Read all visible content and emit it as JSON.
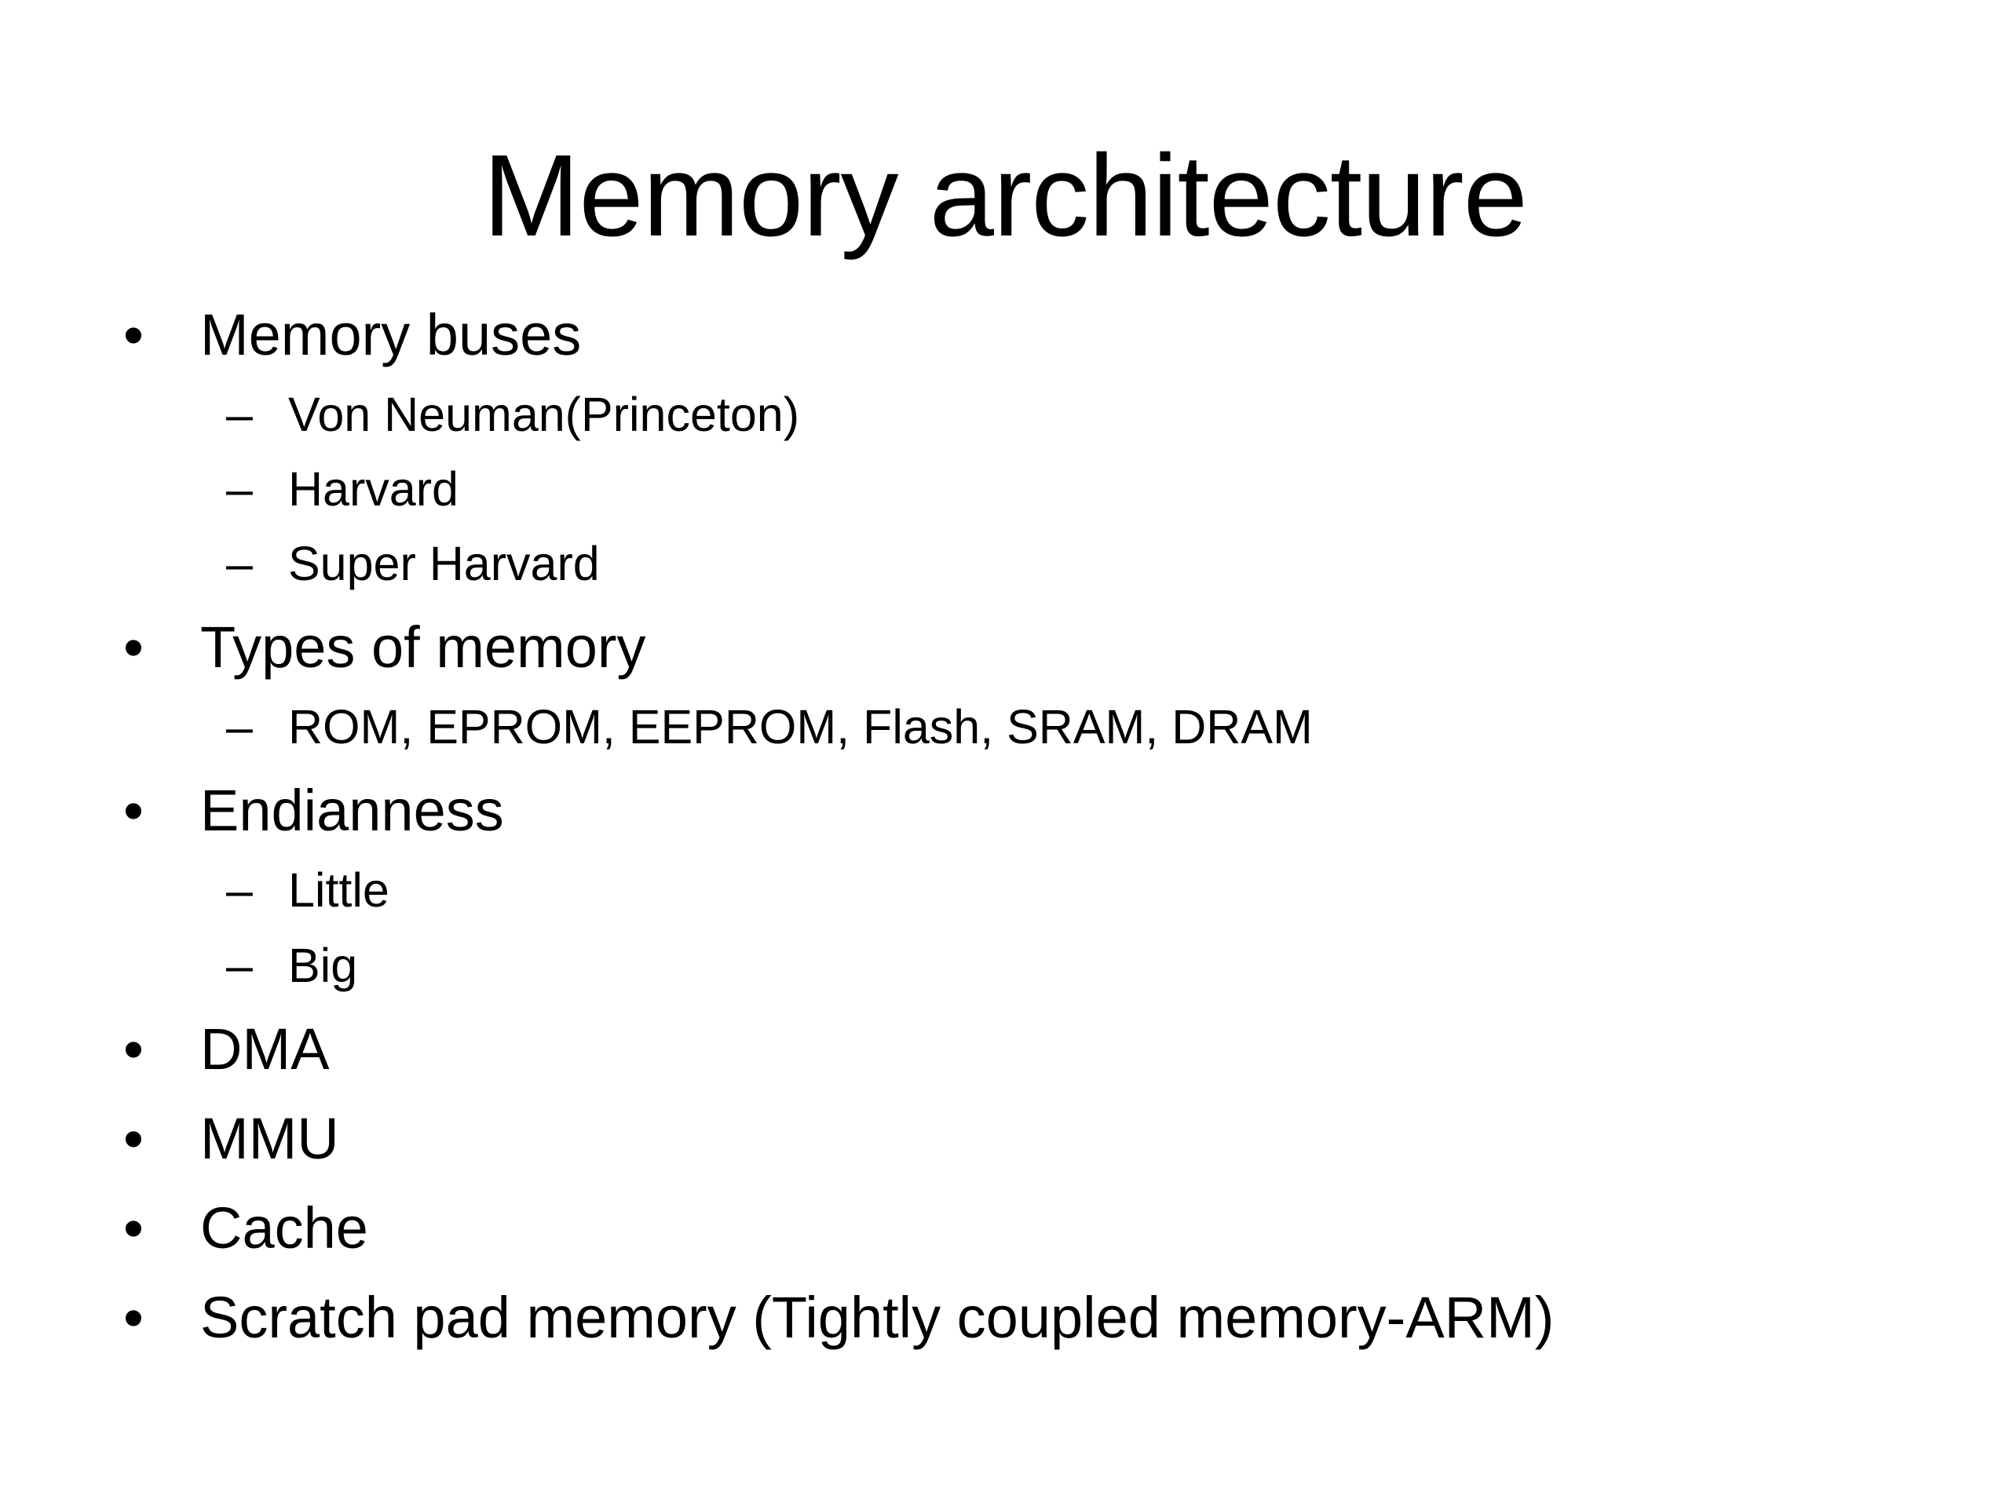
{
  "slide": {
    "title": "Memory architecture",
    "bullet_marker": "•",
    "sub_marker": "–",
    "items": [
      {
        "text": "Memory buses",
        "subitems": [
          "Von Neuman(Princeton)",
          "Harvard",
          "Super Harvard"
        ]
      },
      {
        "text": "Types of memory",
        "subitems": [
          "ROM, EPROM, EEPROM, Flash, SRAM, DRAM"
        ]
      },
      {
        "text": "Endianness",
        "subitems": [
          "Little",
          "Big"
        ]
      },
      {
        "text": "DMA",
        "subitems": []
      },
      {
        "text": "MMU",
        "subitems": []
      },
      {
        "text": "Cache",
        "subitems": []
      },
      {
        "text": "Scratch pad memory (Tightly coupled memory-ARM)",
        "subitems": []
      }
    ]
  }
}
